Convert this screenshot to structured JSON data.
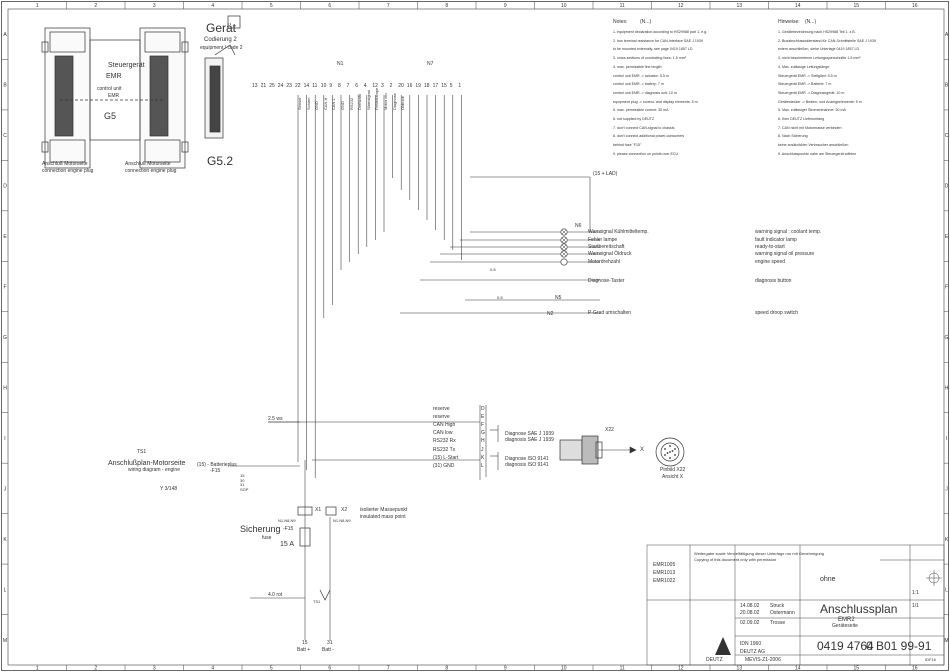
{
  "frame": {
    "columns": [
      "1",
      "2",
      "3",
      "4",
      "5",
      "6",
      "7",
      "8",
      "9",
      "10",
      "11",
      "12",
      "13",
      "14",
      "15",
      "16"
    ],
    "rows": [
      "A",
      "B",
      "C",
      "D",
      "E",
      "F",
      "G",
      "H",
      "I",
      "J",
      "K",
      "L",
      "M"
    ]
  },
  "ecu": {
    "label_de": "Steuergerät",
    "code": "EMR",
    "sub1": "control unit",
    "sub2": "EMR",
    "plug_code": "G5",
    "caption_de": "Anschluß Motorseite",
    "caption_en": "connection engine plug"
  },
  "gerat": {
    "title": "Gerät",
    "sub_de": "Codierung 2",
    "sub_en": "equipment / code 2",
    "plug_code": "G5.2"
  },
  "pins": [
    "13",
    "21",
    "25",
    "24",
    "23",
    "22",
    "14",
    "11",
    "10",
    "9",
    "8",
    "7",
    "6",
    "4",
    "12",
    "3",
    "2",
    "20",
    "16",
    "19",
    "18",
    "17",
    "15",
    "5",
    "1"
  ],
  "pin_labels": [
    "Sensor",
    "Schirm",
    "GND",
    "CAN H",
    "CAN L",
    "GND",
    "RS232",
    "Drehzahl",
    "Warnsignal",
    "Fehlerlampe",
    "Motor ein",
    "Diagnose",
    "Öldruck"
  ],
  "markers": {
    "n1": "N1",
    "n2": "N2",
    "n5": "N5",
    "n6": "N6",
    "n7": "N7"
  },
  "supply_label": "(15 + LAD)",
  "lamps": [
    {
      "de": "Warnsignal Kühlmitteltemp.",
      "en": "warning signal : coolant temp."
    },
    {
      "de": "Fehler lampe",
      "en": "fault indicator lamp"
    },
    {
      "de": "Startbereitschaft",
      "en": "ready-to-start"
    },
    {
      "de": "Warnsignal Öldruck",
      "en": "warning signal oil pressure"
    },
    {
      "de": "Motordrehzahl",
      "en": "engine speed"
    }
  ],
  "diag_button": {
    "de": "Diagnose-Taster",
    "en": "diagnosis button"
  },
  "speed_switch": {
    "de": "P-Grad umschalten",
    "en": "speed droop switch"
  },
  "wire_codes": {
    "w1": "0.8",
    "w2": "0.8",
    "w3": "0.8",
    "w4": "0.8"
  },
  "connector_x": {
    "rows": [
      {
        "label": "reserve",
        "pin": "D"
      },
      {
        "label": "reserve",
        "pin": "E"
      },
      {
        "label": "CAN High",
        "pin": "F"
      },
      {
        "label": "CAN low",
        "pin": "G"
      },
      {
        "label": "RS232 Rx",
        "pin": "H"
      },
      {
        "label": "RS232 Tx",
        "pin": "J"
      },
      {
        "label": "(15) L-Start",
        "pin": "K"
      },
      {
        "label": "(31) GND",
        "pin": "L"
      }
    ],
    "diag1": "Diagnose SAE J 1939",
    "diag1_en": "diagnosis SAE J 1939",
    "diag2": "Diagnose ISO 9141",
    "diag2_en": "diagnosis ISO 9141",
    "plug_ref": "X22",
    "arrow": "X",
    "view_de": "Pinbild X22",
    "view_en": "Ansicht X"
  },
  "engine_side": {
    "title": "Anschlußplan-Motorseite",
    "subtitle": "wiring diagram - engine",
    "ref": "Y 3/148",
    "section_id": "TS1",
    "supply": "(15) - Batterieplus",
    "fuse_ref": "-F15",
    "lines": [
      "15",
      "30",
      "31",
      "SGP"
    ]
  },
  "fuse": {
    "label_de": "Sicherung",
    "label_en": "fuse",
    "id": "-F15",
    "rating": "15 A"
  },
  "ground_points": {
    "x1": "X1",
    "x2": "X2",
    "n1": "N1.N8.N9",
    "n2": "N1.N8.N9",
    "desc_de": "isolierter Massepunkt",
    "desc_en": "insulated mass point"
  },
  "wires": {
    "a": "2.5 ws",
    "b": "4.0 rot",
    "c": "TS1"
  },
  "bottom": {
    "t15": "15",
    "t31": "31",
    "b1": "Batt +",
    "b2": "Batt -"
  },
  "notes": {
    "title": "Notes:",
    "cont": "(N...)",
    "items": [
      "1. equipment declaration according to HS29988 part 1, e.g.",
      "2. bus terminal resistance for CAN-Interface SAE J 1939",
      "   to be mounted externally, see page 0419 1857 LD",
      "3. cross-sections of conducting lines: 1.5 mm²",
      "4. max. permissible line length:",
      "   control unit EMR -> actuator: 5.5 m",
      "   control unit EMR -> battery: 7 m",
      "   control unit EMR -> diagnosis unit: 10 m",
      "   equipment plug -> control- and display elements: 5 m",
      "5. max. permissible current: 30 mA",
      "6. not supplied by DEUTZ",
      "7. don't connect CAN-signal to chassis",
      "8. don't connect additional power-consumers",
      "   behind fuse \"F15\"",
      "9. please connection on points over ECU"
    ]
  },
  "hinweise": {
    "title": "Hinweise:",
    "cont": "(N...)",
    "items": [
      "1. Gerätebezeichnung nach HS29988 Teil 1, z.B.",
      "2. Busabschlusswiderstand für CAN-Schnittstelle SAE J 1939",
      "   extern anschließen, siehe Unterlage 0419 1857 LD",
      "3. nicht beschriebene Leitungsquerschnitte 1.5 mm²",
      "4. Max. zulässige Leitungslänge:",
      "   Steuergerät EMR -> Stellglied: 5.5 m",
      "   Steuergerät EMR -> Batterie: 7 m",
      "   Steuergerät EMR -> Diagnosegerät: 10 m",
      "   Gerätestecker -> Bedien- und Anzeigeelemente: 5 m",
      "5. Max. zulässiger Stromentnahme: 30 mA",
      "6. Kein DEUTZ Lieferumfang",
      "7. CAN nicht mit Motormasse verbinden",
      "8. Nach Sicherung",
      "   keine zusätzlichen Verbraucher anschließen",
      "9. Anschlusspunkte nahe am Steuergerät wählen"
    ]
  },
  "title_block": {
    "title": "Anschlussplan",
    "sub1": "EMR2",
    "sub2": "Geräteseite",
    "doc_no": "0419 4764",
    "sheet": "0 B",
    "index": "01 99-91",
    "scale": "1:1",
    "company": "DEUTZ",
    "material": "ohne",
    "date1": "14.08.02",
    "name1": "Struck",
    "date2": "20.08.02",
    "name2": "Ostermann",
    "date3": "02.09.02",
    "name3": "Trosse",
    "std": "IDN 1960",
    "std2": "DEUTZ AG",
    "confidential": "Weitergabe sowie Vervielfältigung dieser Unterlage nur mit Genehmigung",
    "confidential_en": "Copying of this document only with permission",
    "revs": [
      "EMR1005",
      "EMR1013",
      "EMR1022"
    ],
    "dwg_ref": "MEVIS-Z1-2006",
    "sheet_of": "1/1",
    "form": "IDF16"
  }
}
